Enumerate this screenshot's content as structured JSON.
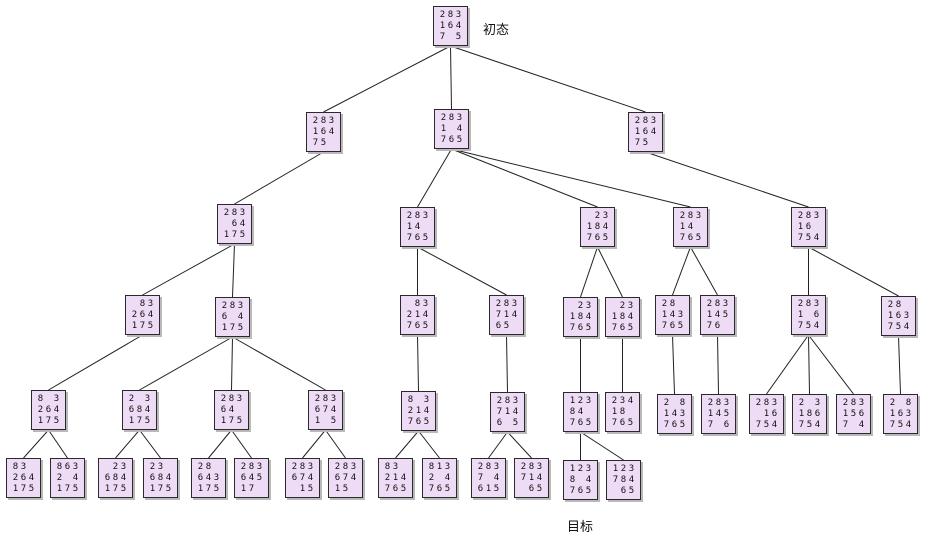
{
  "labels": {
    "initial": "初态",
    "goal": "目标"
  },
  "colors": {
    "node_fill": "#eedcf6",
    "node_border": "#2a2a2a",
    "edge": "#222222"
  },
  "nodes": [
    {
      "id": "n0",
      "grid": [
        "283",
        "164",
        "7 5"
      ]
    },
    {
      "id": "n1",
      "grid": [
        "283",
        "164",
        "75 "
      ]
    },
    {
      "id": "n2",
      "grid": [
        "283",
        "1 4",
        "765"
      ]
    },
    {
      "id": "n3",
      "grid": [
        "283",
        "164",
        "75"
      ]
    },
    {
      "id": "n4",
      "grid": [
        "283",
        " 64",
        "175"
      ]
    },
    {
      "id": "n5",
      "grid": [
        "283",
        "14 ",
        "765"
      ]
    },
    {
      "id": "n6",
      "grid": [
        " 23",
        "184",
        "765"
      ]
    },
    {
      "id": "n7",
      "grid": [
        "283",
        "14 ",
        "765"
      ]
    },
    {
      "id": "n8",
      "grid": [
        "283",
        "16 ",
        "754"
      ]
    },
    {
      "id": "n9",
      "grid": [
        " 83",
        "264",
        "175"
      ]
    },
    {
      "id": "n10",
      "grid": [
        "283",
        "6 4",
        "175"
      ]
    },
    {
      "id": "n11",
      "grid": [
        " 83",
        "214",
        "765"
      ]
    },
    {
      "id": "n12",
      "grid": [
        "283",
        "714",
        "65 "
      ]
    },
    {
      "id": "n13",
      "grid": [
        " 23",
        "184",
        "765"
      ]
    },
    {
      "id": "n14",
      "grid": [
        " 23",
        "184",
        "765"
      ]
    },
    {
      "id": "n15",
      "grid": [
        "28 ",
        "143",
        "765"
      ]
    },
    {
      "id": "n16",
      "grid": [
        "283",
        "145",
        "76 "
      ]
    },
    {
      "id": "n17",
      "grid": [
        "283",
        "1 6",
        "754"
      ]
    },
    {
      "id": "n18",
      "grid": [
        "28 ",
        "163",
        "754"
      ]
    },
    {
      "id": "n19",
      "grid": [
        "8 3",
        "264",
        "175"
      ]
    },
    {
      "id": "n20",
      "grid": [
        "2 3",
        "684",
        "175"
      ]
    },
    {
      "id": "n21",
      "grid": [
        "283",
        "64 ",
        "175"
      ]
    },
    {
      "id": "n22",
      "grid": [
        "283",
        "674",
        "1 5"
      ]
    },
    {
      "id": "n23",
      "grid": [
        "8 3",
        "214",
        "765"
      ]
    },
    {
      "id": "n24",
      "grid": [
        "283",
        "714",
        "6 5"
      ]
    },
    {
      "id": "n25",
      "grid": [
        "123",
        "84 ",
        "765"
      ]
    },
    {
      "id": "n26",
      "grid": [
        "234",
        "18 ",
        "765"
      ]
    },
    {
      "id": "n27",
      "grid": [
        "2 8",
        "143",
        "765"
      ]
    },
    {
      "id": "n28",
      "grid": [
        "283",
        "145",
        "7 6"
      ]
    },
    {
      "id": "n29",
      "grid": [
        "283",
        " 16",
        "754"
      ]
    },
    {
      "id": "n30",
      "grid": [
        "2 3",
        "186",
        "754"
      ]
    },
    {
      "id": "n31",
      "grid": [
        "283",
        "156",
        "7 4"
      ]
    },
    {
      "id": "n32",
      "grid": [
        "2 8",
        "163",
        "754"
      ]
    },
    {
      "id": "n33",
      "grid": [
        "83 ",
        "264",
        "175"
      ]
    },
    {
      "id": "n34",
      "grid": [
        "863",
        "2 4",
        "175"
      ]
    },
    {
      "id": "n35",
      "grid": [
        " 23",
        "684",
        "175"
      ]
    },
    {
      "id": "n36",
      "grid": [
        "23 ",
        "684",
        "175"
      ]
    },
    {
      "id": "n37",
      "grid": [
        "28 ",
        "643",
        "175"
      ]
    },
    {
      "id": "n38",
      "grid": [
        "283",
        "645",
        "17 "
      ]
    },
    {
      "id": "n39",
      "grid": [
        "283",
        "674",
        " 15"
      ]
    },
    {
      "id": "n40",
      "grid": [
        "283",
        "674",
        "15 "
      ]
    },
    {
      "id": "n41",
      "grid": [
        "83 ",
        "214",
        "765"
      ]
    },
    {
      "id": "n42",
      "grid": [
        "813",
        "2 4",
        "765"
      ]
    },
    {
      "id": "n43",
      "grid": [
        "283",
        "7 4",
        "615"
      ]
    },
    {
      "id": "n44",
      "grid": [
        "283",
        "714",
        " 65"
      ]
    },
    {
      "id": "n45",
      "grid": [
        "123",
        "8 4",
        "765"
      ]
    },
    {
      "id": "n46",
      "grid": [
        "123",
        "784",
        " 65"
      ]
    }
  ],
  "edges": [
    [
      "n0",
      "n1"
    ],
    [
      "n0",
      "n2"
    ],
    [
      "n0",
      "n3"
    ],
    [
      "n1",
      "n4"
    ],
    [
      "n2",
      "n5"
    ],
    [
      "n2",
      "n6"
    ],
    [
      "n2",
      "n7"
    ],
    [
      "n3",
      "n8"
    ],
    [
      "n4",
      "n9"
    ],
    [
      "n4",
      "n10"
    ],
    [
      "n5",
      "n11"
    ],
    [
      "n5",
      "n12"
    ],
    [
      "n6",
      "n13"
    ],
    [
      "n6",
      "n14"
    ],
    [
      "n7",
      "n15"
    ],
    [
      "n7",
      "n16"
    ],
    [
      "n8",
      "n17"
    ],
    [
      "n8",
      "n18"
    ],
    [
      "n9",
      "n19"
    ],
    [
      "n10",
      "n20"
    ],
    [
      "n10",
      "n21"
    ],
    [
      "n10",
      "n22"
    ],
    [
      "n11",
      "n23"
    ],
    [
      "n12",
      "n24"
    ],
    [
      "n13",
      "n25"
    ],
    [
      "n14",
      "n26"
    ],
    [
      "n15",
      "n27"
    ],
    [
      "n16",
      "n28"
    ],
    [
      "n17",
      "n29"
    ],
    [
      "n17",
      "n30"
    ],
    [
      "n17",
      "n31"
    ],
    [
      "n18",
      "n32"
    ],
    [
      "n19",
      "n33"
    ],
    [
      "n19",
      "n34"
    ],
    [
      "n20",
      "n35"
    ],
    [
      "n20",
      "n36"
    ],
    [
      "n21",
      "n37"
    ],
    [
      "n21",
      "n38"
    ],
    [
      "n22",
      "n39"
    ],
    [
      "n22",
      "n40"
    ],
    [
      "n23",
      "n41"
    ],
    [
      "n23",
      "n42"
    ],
    [
      "n24",
      "n43"
    ],
    [
      "n24",
      "n44"
    ],
    [
      "n25",
      "n45"
    ],
    [
      "n25",
      "n46"
    ]
  ]
}
